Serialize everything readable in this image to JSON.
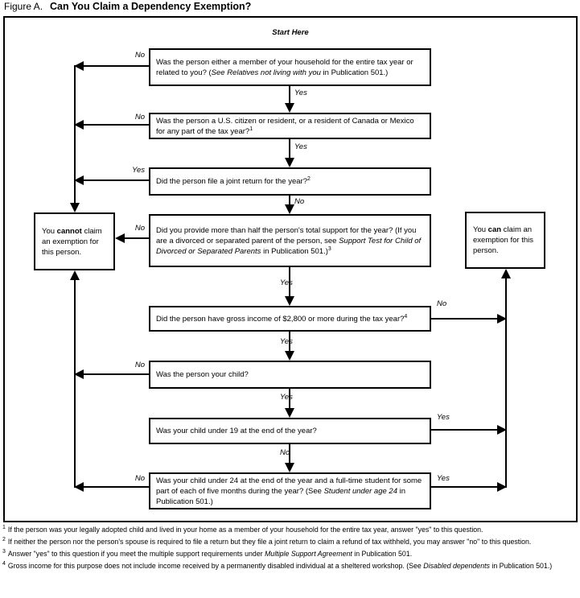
{
  "title": {
    "prefix": "Figure A.",
    "main": "Can You Claim a Dependency Exemption?"
  },
  "start_label": "Start Here",
  "words": {
    "yes": "Yes",
    "no": "No"
  },
  "questions": {
    "q1": {
      "pre": "Was the person either a member of your household for the entire tax year or related to you? (",
      "italic": "See Relatives not living with you",
      "post": " in Publication 501.)",
      "sup": ""
    },
    "q2": {
      "pre": "Was the person a U.S. citizen or resident, or a resident of Canada or Mexico for any part of the tax year?",
      "italic": "",
      "post": "",
      "sup": "1"
    },
    "q3": {
      "pre": "Did the person file a joint return for the year?",
      "italic": "",
      "post": "",
      "sup": "2"
    },
    "q4": {
      "pre": "Did you provide more than half the person's total support for the year? (If you are a divorced or separated parent of the person, see ",
      "italic": "Support Test for Child of Divorced or Separated Parents",
      "post": " in Publication 501.)",
      "sup": "3"
    },
    "q5": {
      "pre": "Did the person have gross income of $2,800 or more during the tax year?",
      "italic": "",
      "post": "",
      "sup": "4"
    },
    "q6": {
      "pre": "Was the person your child?",
      "italic": "",
      "post": "",
      "sup": ""
    },
    "q7": {
      "pre": "Was your child under 19 at the end of the year?",
      "italic": "",
      "post": "",
      "sup": ""
    },
    "q8": {
      "pre": "Was your child under 24 at the end of the year and a full-time student for some part of each of five months during the year? (See ",
      "italic": "Student under age 24",
      "post": " in Publication 501.)",
      "sup": ""
    }
  },
  "results": {
    "cannot": {
      "pre": "You ",
      "bold": "cannot",
      "post": " claim an exemption for this person."
    },
    "can": {
      "pre": "You ",
      "bold": "can",
      "post": " claim an exemption for this person."
    }
  },
  "footnotes": [
    {
      "marker": "1",
      "pre": "If the person was your legally adopted child and lived in your home as a member of your household for the entire tax year, answer \"yes\" to this question.",
      "italic": "",
      "post": ""
    },
    {
      "marker": "2",
      "pre": "If neither the person nor the person's spouse is required to file a return but they file a joint return to claim a refund of tax withheld, you may answer \"no\" to this question.",
      "italic": "",
      "post": ""
    },
    {
      "marker": "3",
      "pre": "Answer \"yes\" to this question if you meet the multiple support requirements under ",
      "italic": "Multiple Support Agreement",
      "post": " in Publication 501."
    },
    {
      "marker": "4",
      "pre": "Gross income for this purpose does not include income received by a permanently disabled individual at a sheltered workshop. (See ",
      "italic": "Disabled dependents",
      "post": " in Publication 501.)"
    }
  ]
}
